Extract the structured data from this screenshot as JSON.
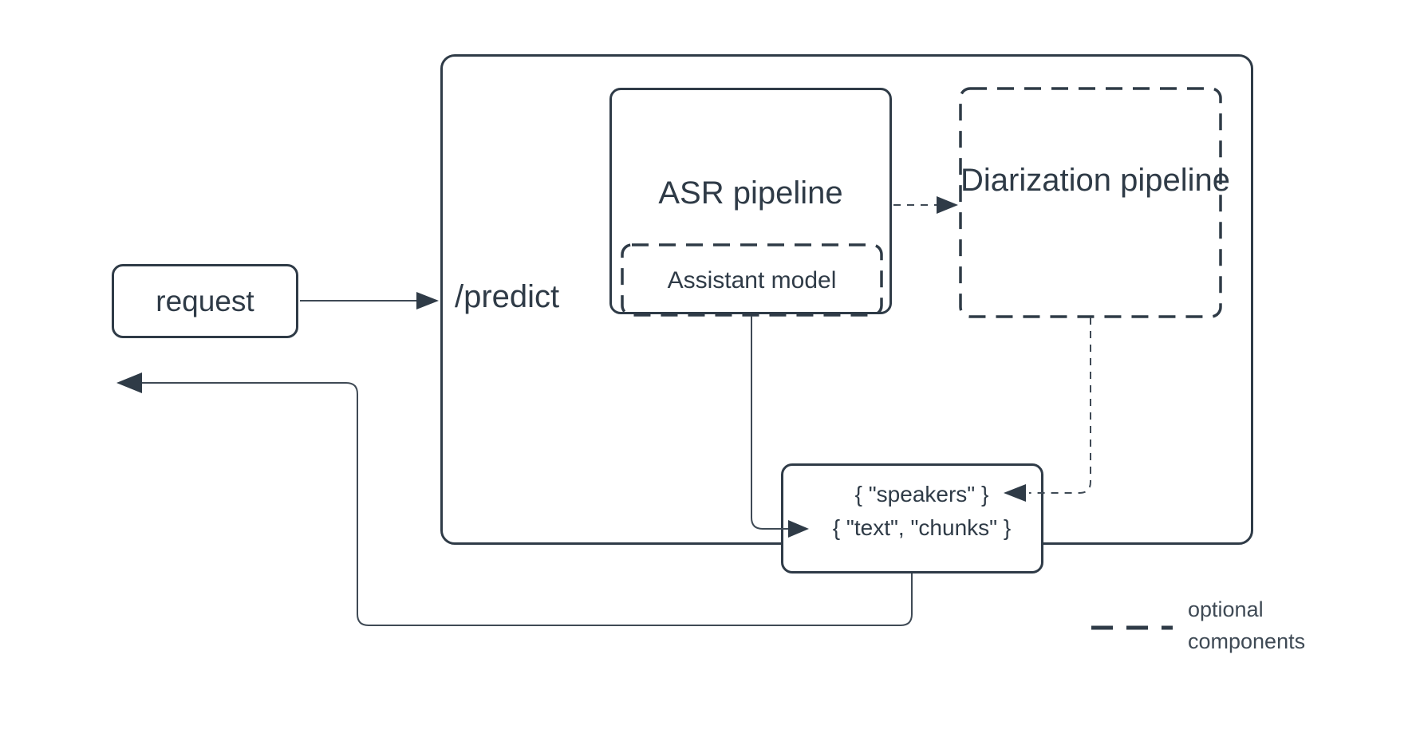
{
  "diagram": {
    "nodes": {
      "request": {
        "label": "request"
      },
      "predict": {
        "label": "/predict"
      },
      "asr": {
        "label": "ASR pipeline"
      },
      "assistant": {
        "label": "Assistant model"
      },
      "diarization": {
        "label": "Diarization pipeline"
      },
      "output": {
        "line1": "{ \"speakers\" }",
        "line2": "{ \"text\", \"chunks\" }"
      }
    },
    "edges": [
      {
        "from": "request",
        "to": "predict",
        "style": "solid"
      },
      {
        "from": "asr",
        "to": "diarization",
        "style": "dashed"
      },
      {
        "from": "assistant",
        "to": "output.line2",
        "style": "solid"
      },
      {
        "from": "diarization",
        "to": "output.line1",
        "style": "dashed"
      },
      {
        "from": "output",
        "to": "caller-return",
        "style": "solid"
      }
    ],
    "legend": {
      "label": "optional\ncomponents",
      "meaning": "dashed"
    },
    "colors": {
      "stroke": "#2f3b47",
      "connector": "#3f4a55",
      "background": "#ffffff"
    }
  }
}
